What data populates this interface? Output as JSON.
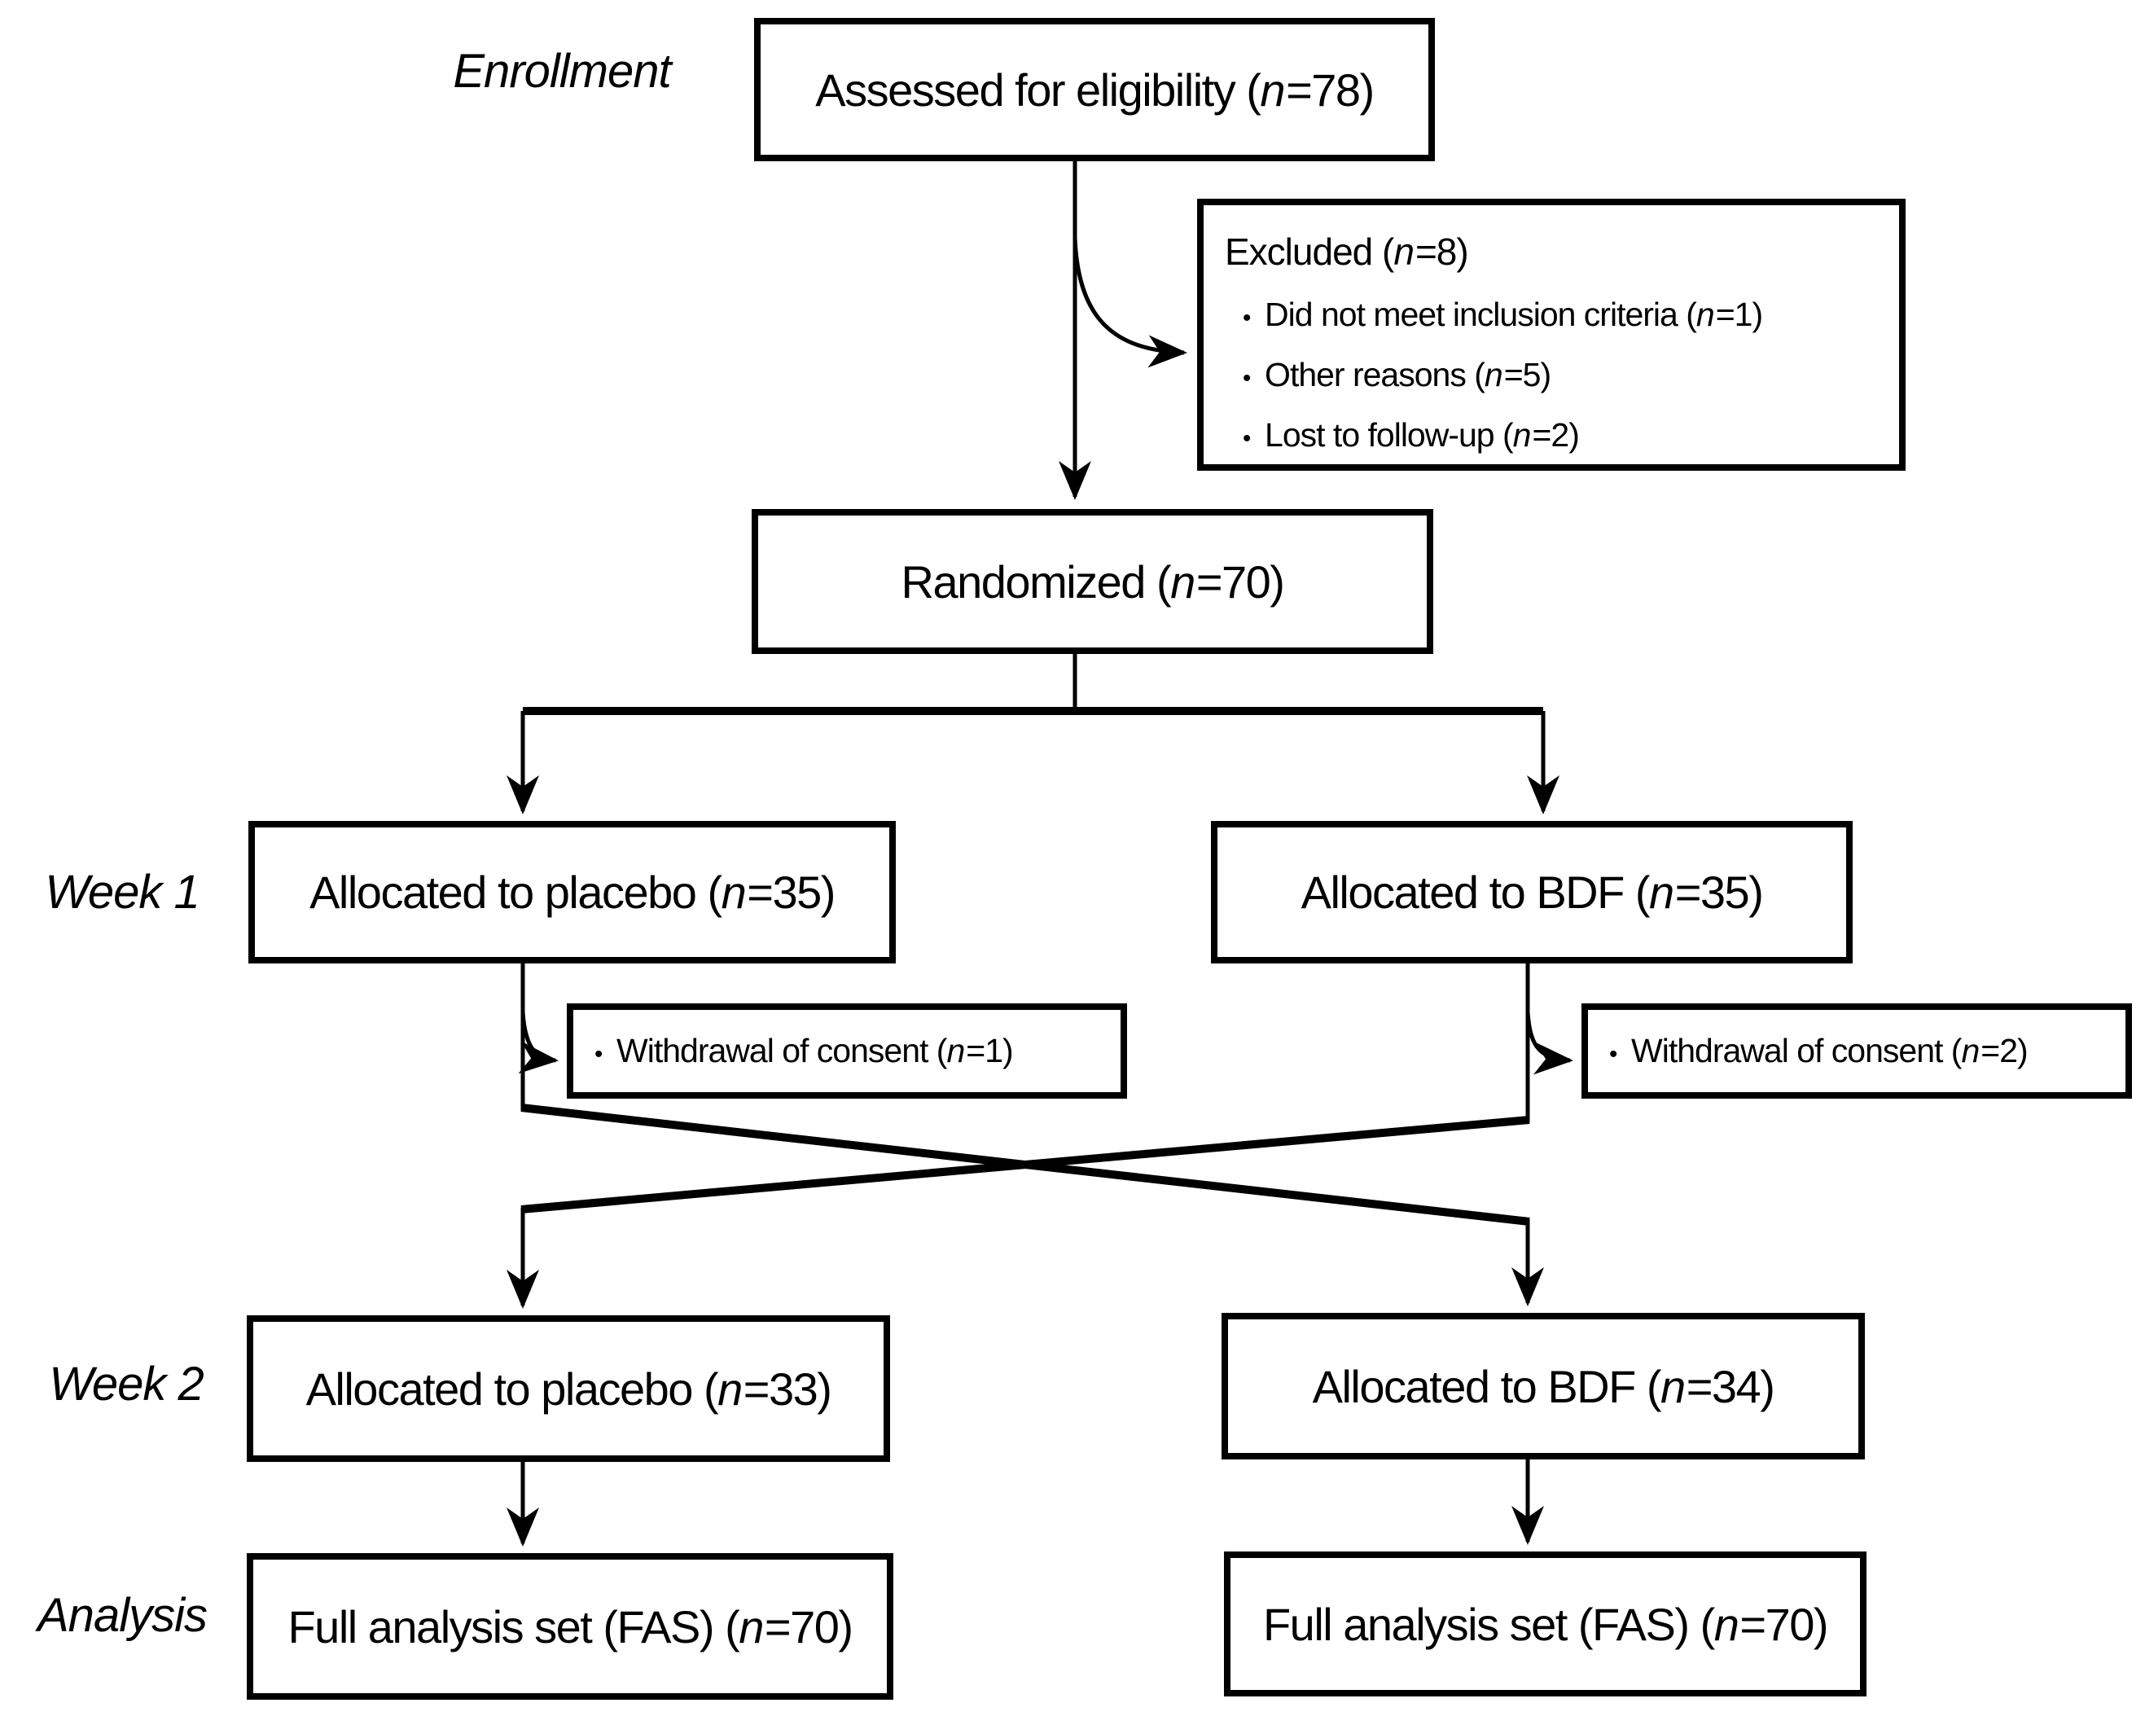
{
  "colors": {
    "line": "#000000",
    "text": "#000000",
    "background": "#ffffff"
  },
  "bullet_icon": "•",
  "stage_labels": {
    "enrollment": "Enrollment",
    "week1": "Week 1",
    "week2": "Week 2",
    "analysis": "Analysis"
  },
  "boxes": {
    "assessed": "Assessed for eligibility (n=78)",
    "excluded": {
      "title": "Excluded (n=8)",
      "items": [
        "Did not meet inclusion criteria (n=1)",
        "Other reasons (n=5)",
        "Lost to follow-up (n=2)"
      ]
    },
    "randomized": "Randomized (n=70)",
    "week1_placebo": "Allocated to placebo (n=35)",
    "week1_bdf": "Allocated to BDF (n=35)",
    "week1_placebo_withdrawal": "Withdrawal of consent (n=1)",
    "week1_bdf_withdrawal": "Withdrawal of consent (n=2)",
    "week2_placebo": "Allocated to placebo (n=33)",
    "week2_bdf": "Allocated to BDF (n=34)",
    "analysis_placebo": "Full analysis set (FAS) (n=70)",
    "analysis_bdf": "Full analysis set (FAS) (n=70)"
  }
}
